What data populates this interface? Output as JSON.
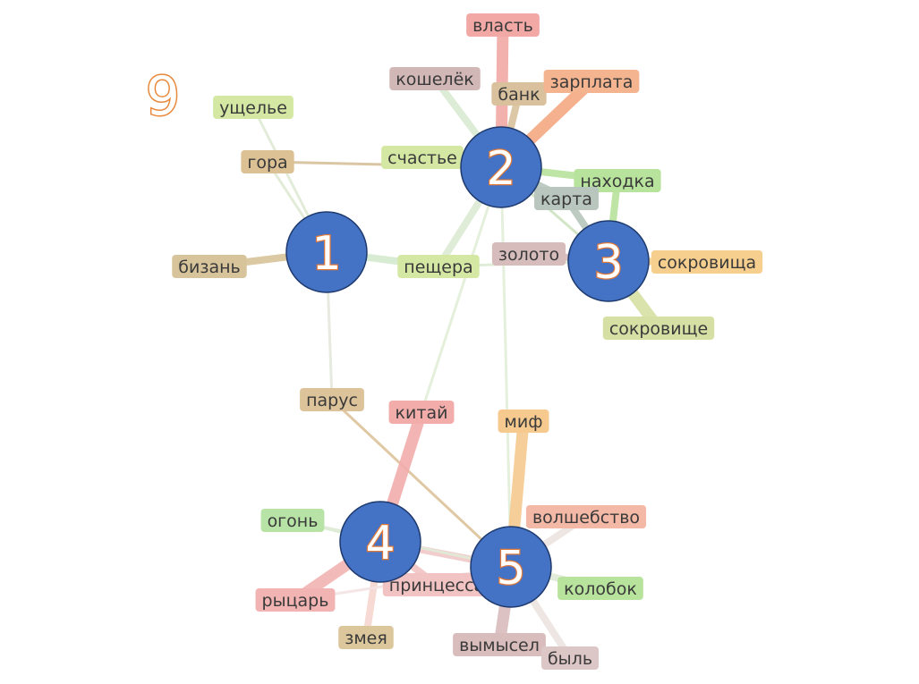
{
  "slide_number": "9",
  "colors": {
    "hub_fill": "#4472c4",
    "hub_stroke": "#1f3a6e",
    "hub_text_outline": "#e07a3a",
    "slide_number_outline": "#e8883a"
  },
  "hubs": [
    {
      "id": "h1",
      "label": "1"
    },
    {
      "id": "h2",
      "label": "2"
    },
    {
      "id": "h3",
      "label": "3"
    },
    {
      "id": "h4",
      "label": "4"
    },
    {
      "id": "h5",
      "label": "5"
    }
  ],
  "words": [
    {
      "id": "vlast",
      "text": "власть",
      "color": "#f2a9a5"
    },
    {
      "id": "koshelek",
      "text": "кошелёк",
      "color": "#d2b7b7"
    },
    {
      "id": "bank",
      "text": "банк",
      "color": "#d9c19d"
    },
    {
      "id": "zarplata",
      "text": "зарплата",
      "color": "#f4b48f"
    },
    {
      "id": "uschelye",
      "text": "ущелье",
      "color": "#d4e8a4"
    },
    {
      "id": "gora",
      "text": "гора",
      "color": "#dcc195"
    },
    {
      "id": "schastye",
      "text": "счастье",
      "color": "#d4e8a4"
    },
    {
      "id": "nakhodka",
      "text": "находка",
      "color": "#b8e39c"
    },
    {
      "id": "karta",
      "text": "карта",
      "color": "#b8c6bd"
    },
    {
      "id": "bizan",
      "text": "бизань",
      "color": "#d8c49a"
    },
    {
      "id": "peschera",
      "text": "пещера",
      "color": "#d4e8a4"
    },
    {
      "id": "zoloto",
      "text": "золото",
      "color": "#d7bcbc"
    },
    {
      "id": "sokrovischa",
      "text": "сокровища",
      "color": "#f6cf8f"
    },
    {
      "id": "sokrovische",
      "text": "сокровище",
      "color": "#d6e0a4"
    },
    {
      "id": "parus",
      "text": "парус",
      "color": "#dcc39a"
    },
    {
      "id": "kitay",
      "text": "китай",
      "color": "#f2adab"
    },
    {
      "id": "mif",
      "text": "миф",
      "color": "#f6c98f"
    },
    {
      "id": "volshebstvo",
      "text": "волшебство",
      "color": "#f4b8a6"
    },
    {
      "id": "ogon",
      "text": "огонь",
      "color": "#b8e3a6"
    },
    {
      "id": "kolobok",
      "text": "колобок",
      "color": "#b8e39c"
    },
    {
      "id": "ryzar",
      "text": "рыцарь",
      "color": "#f2b3b3"
    },
    {
      "id": "princessa",
      "text": "принцесса",
      "color": "#f2c3c3"
    },
    {
      "id": "zmeya",
      "text": "змея",
      "color": "#dcc79c"
    },
    {
      "id": "vymysel",
      "text": "вымысел",
      "color": "#d9bcbc"
    },
    {
      "id": "byl",
      "text": "быль",
      "color": "#ddc6c6"
    }
  ],
  "edges": [
    {
      "from": "h2",
      "to": "vlast",
      "color": "#f2a9a5",
      "strength": 3
    },
    {
      "from": "h2",
      "to": "koshelek",
      "color": "#d9ead2",
      "strength": 2
    },
    {
      "from": "h2",
      "to": "bank",
      "color": "#d9c19d",
      "strength": 2
    },
    {
      "from": "h2",
      "to": "zarplata",
      "color": "#f4a882",
      "strength": 3
    },
    {
      "from": "h2",
      "to": "schastye",
      "color": "#d4e8a4",
      "strength": 2
    },
    {
      "from": "h2",
      "to": "gora",
      "color": "#d6c09a",
      "strength": 1
    },
    {
      "from": "h2",
      "to": "nakhodka",
      "color": "#b8e39c",
      "strength": 2
    },
    {
      "from": "h2",
      "to": "karta",
      "color": "#b8c6bd",
      "strength": 2
    },
    {
      "from": "h2",
      "to": "h3",
      "color": "#cfe3c2",
      "strength": 1
    },
    {
      "from": "h2",
      "to": "peschera",
      "color": "#dcebd4",
      "strength": 2
    },
    {
      "from": "h2",
      "to": "kitay",
      "color": "#e3efd9",
      "strength": 1
    },
    {
      "from": "h2",
      "to": "h5",
      "color": "#e3efd9",
      "strength": 1
    },
    {
      "from": "h1",
      "to": "uschelye",
      "color": "#dfead4",
      "strength": 1
    },
    {
      "from": "h1",
      "to": "gora",
      "color": "#dfead4",
      "strength": 1
    },
    {
      "from": "h1",
      "to": "bizan",
      "color": "#d8c49a",
      "strength": 2
    },
    {
      "from": "h1",
      "to": "peschera",
      "color": "#d4ead0",
      "strength": 2
    },
    {
      "from": "h1",
      "to": "parus",
      "color": "#e4e8dc",
      "strength": 1
    },
    {
      "from": "h3",
      "to": "zoloto",
      "color": "#d7bcbc",
      "strength": 2
    },
    {
      "from": "h3",
      "to": "nakhodka",
      "color": "#b8e39c",
      "strength": 2
    },
    {
      "from": "h3",
      "to": "karta",
      "color": "#b8c6bd",
      "strength": 2
    },
    {
      "from": "h3",
      "to": "sokrovischa",
      "color": "#f6cf8f",
      "strength": 2
    },
    {
      "from": "h3",
      "to": "sokrovische",
      "color": "#d6e0a4",
      "strength": 3
    },
    {
      "from": "h3",
      "to": "peschera",
      "color": "#dcebd4",
      "strength": 1
    },
    {
      "from": "parus",
      "to": "h5",
      "color": "#dcc39a",
      "strength": 1
    },
    {
      "from": "h4",
      "to": "kitay",
      "color": "#f2adab",
      "strength": 3
    },
    {
      "from": "h4",
      "to": "ogon",
      "color": "#d6ecd0",
      "strength": 1
    },
    {
      "from": "h4",
      "to": "ryzar",
      "color": "#f2b3b3",
      "strength": 3
    },
    {
      "from": "h4",
      "to": "princessa",
      "color": "#f2c3c3",
      "strength": 2
    },
    {
      "from": "h4",
      "to": "zmeya",
      "color": "#f8d7d0",
      "strength": 2
    },
    {
      "from": "h4",
      "to": "h5",
      "color": "#f0c8c8",
      "strength": 2
    },
    {
      "from": "h5",
      "to": "mif",
      "color": "#f6c98f",
      "strength": 3
    },
    {
      "from": "h5",
      "to": "volshebstvo",
      "color": "#ece4e0",
      "strength": 2
    },
    {
      "from": "h5",
      "to": "kolobok",
      "color": "#e1ebd8",
      "strength": 2
    },
    {
      "from": "h5",
      "to": "vymysel",
      "color": "#d9bcbc",
      "strength": 3
    },
    {
      "from": "h5",
      "to": "byl",
      "color": "#ece4e0",
      "strength": 2
    },
    {
      "from": "h5",
      "to": "princessa",
      "color": "#f2c3c3",
      "strength": 2
    },
    {
      "from": "h5",
      "to": "ogon",
      "color": "#e1ebd8",
      "strength": 1
    },
    {
      "from": "h5",
      "to": "ryzar",
      "color": "#f4e4e4",
      "strength": 1
    }
  ]
}
